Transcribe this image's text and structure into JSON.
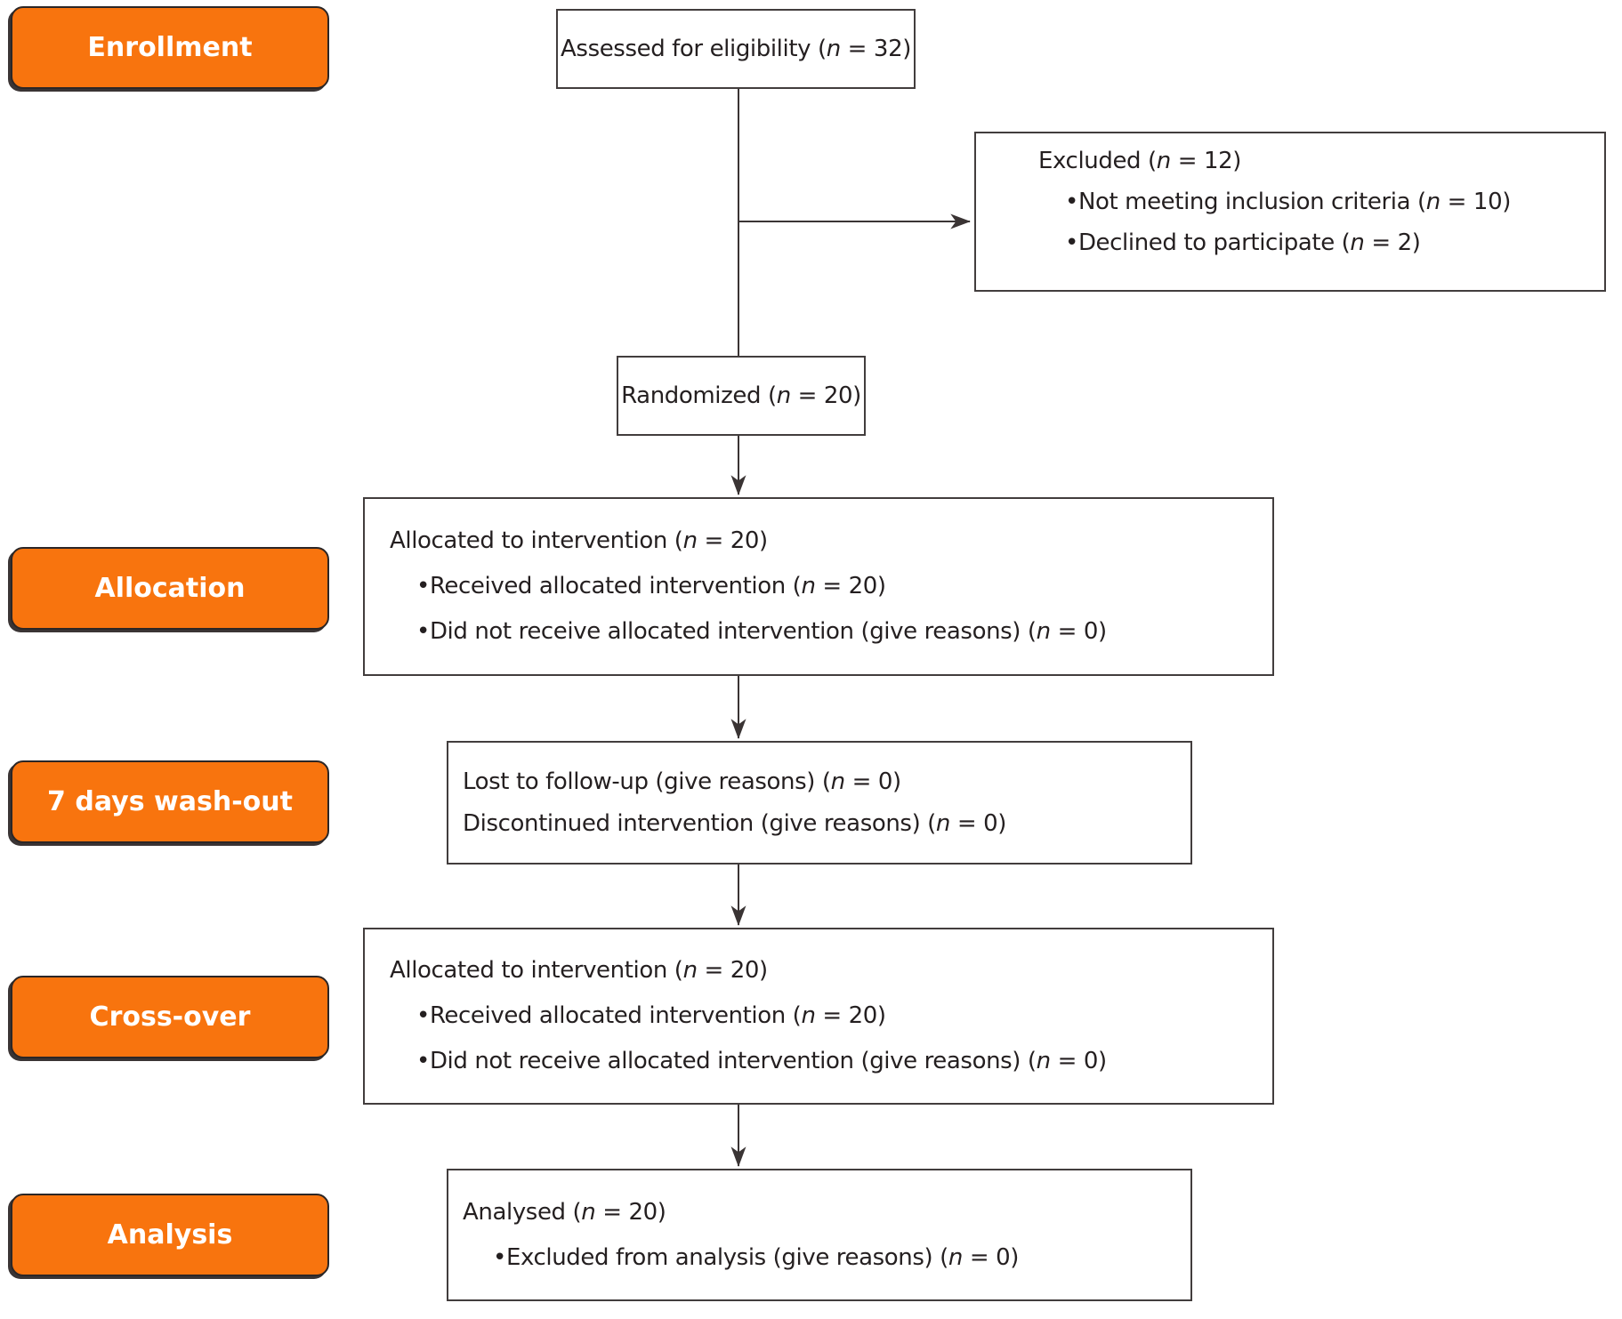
{
  "colors": {
    "accent_orange": "#F8740E",
    "box_border": "#423d3d",
    "line_color": "#3a3434",
    "text_color": "#241f20"
  },
  "stages": [
    {
      "label": "Enrollment"
    },
    {
      "label": "Allocation"
    },
    {
      "label": "7 days wash-out"
    },
    {
      "label": "Cross-over"
    },
    {
      "label": "Analysis"
    }
  ],
  "boxes": {
    "assessed": {
      "text": "Assessed for eligibility (n = 32)"
    },
    "excluded": {
      "title": "Excluded (n = 12)",
      "bullets": [
        "Not meeting inclusion criteria (n = 10)",
        "Declined to participate (n = 2)"
      ]
    },
    "randomized": {
      "text": "Randomized (n = 20)"
    },
    "allocation": {
      "title": "Allocated to intervention (n = 20)",
      "bullets": [
        "Received allocated intervention (n = 20)",
        "Did not receive allocated intervention (give reasons) (n = 0)"
      ]
    },
    "washout": {
      "lines": [
        "Lost to follow-up (give reasons) (n = 0)",
        "Discontinued intervention (give reasons) (n = 0)"
      ]
    },
    "crossover": {
      "title": "Allocated to intervention (n = 20)",
      "bullets": [
        "Received allocated intervention (n = 20)",
        "Did not receive allocated intervention (give reasons) (n = 0)"
      ]
    },
    "analysis": {
      "title": "Analysed (n = 20)",
      "bullets": [
        "Excluded from analysis (give reasons) (n = 0)"
      ]
    }
  }
}
